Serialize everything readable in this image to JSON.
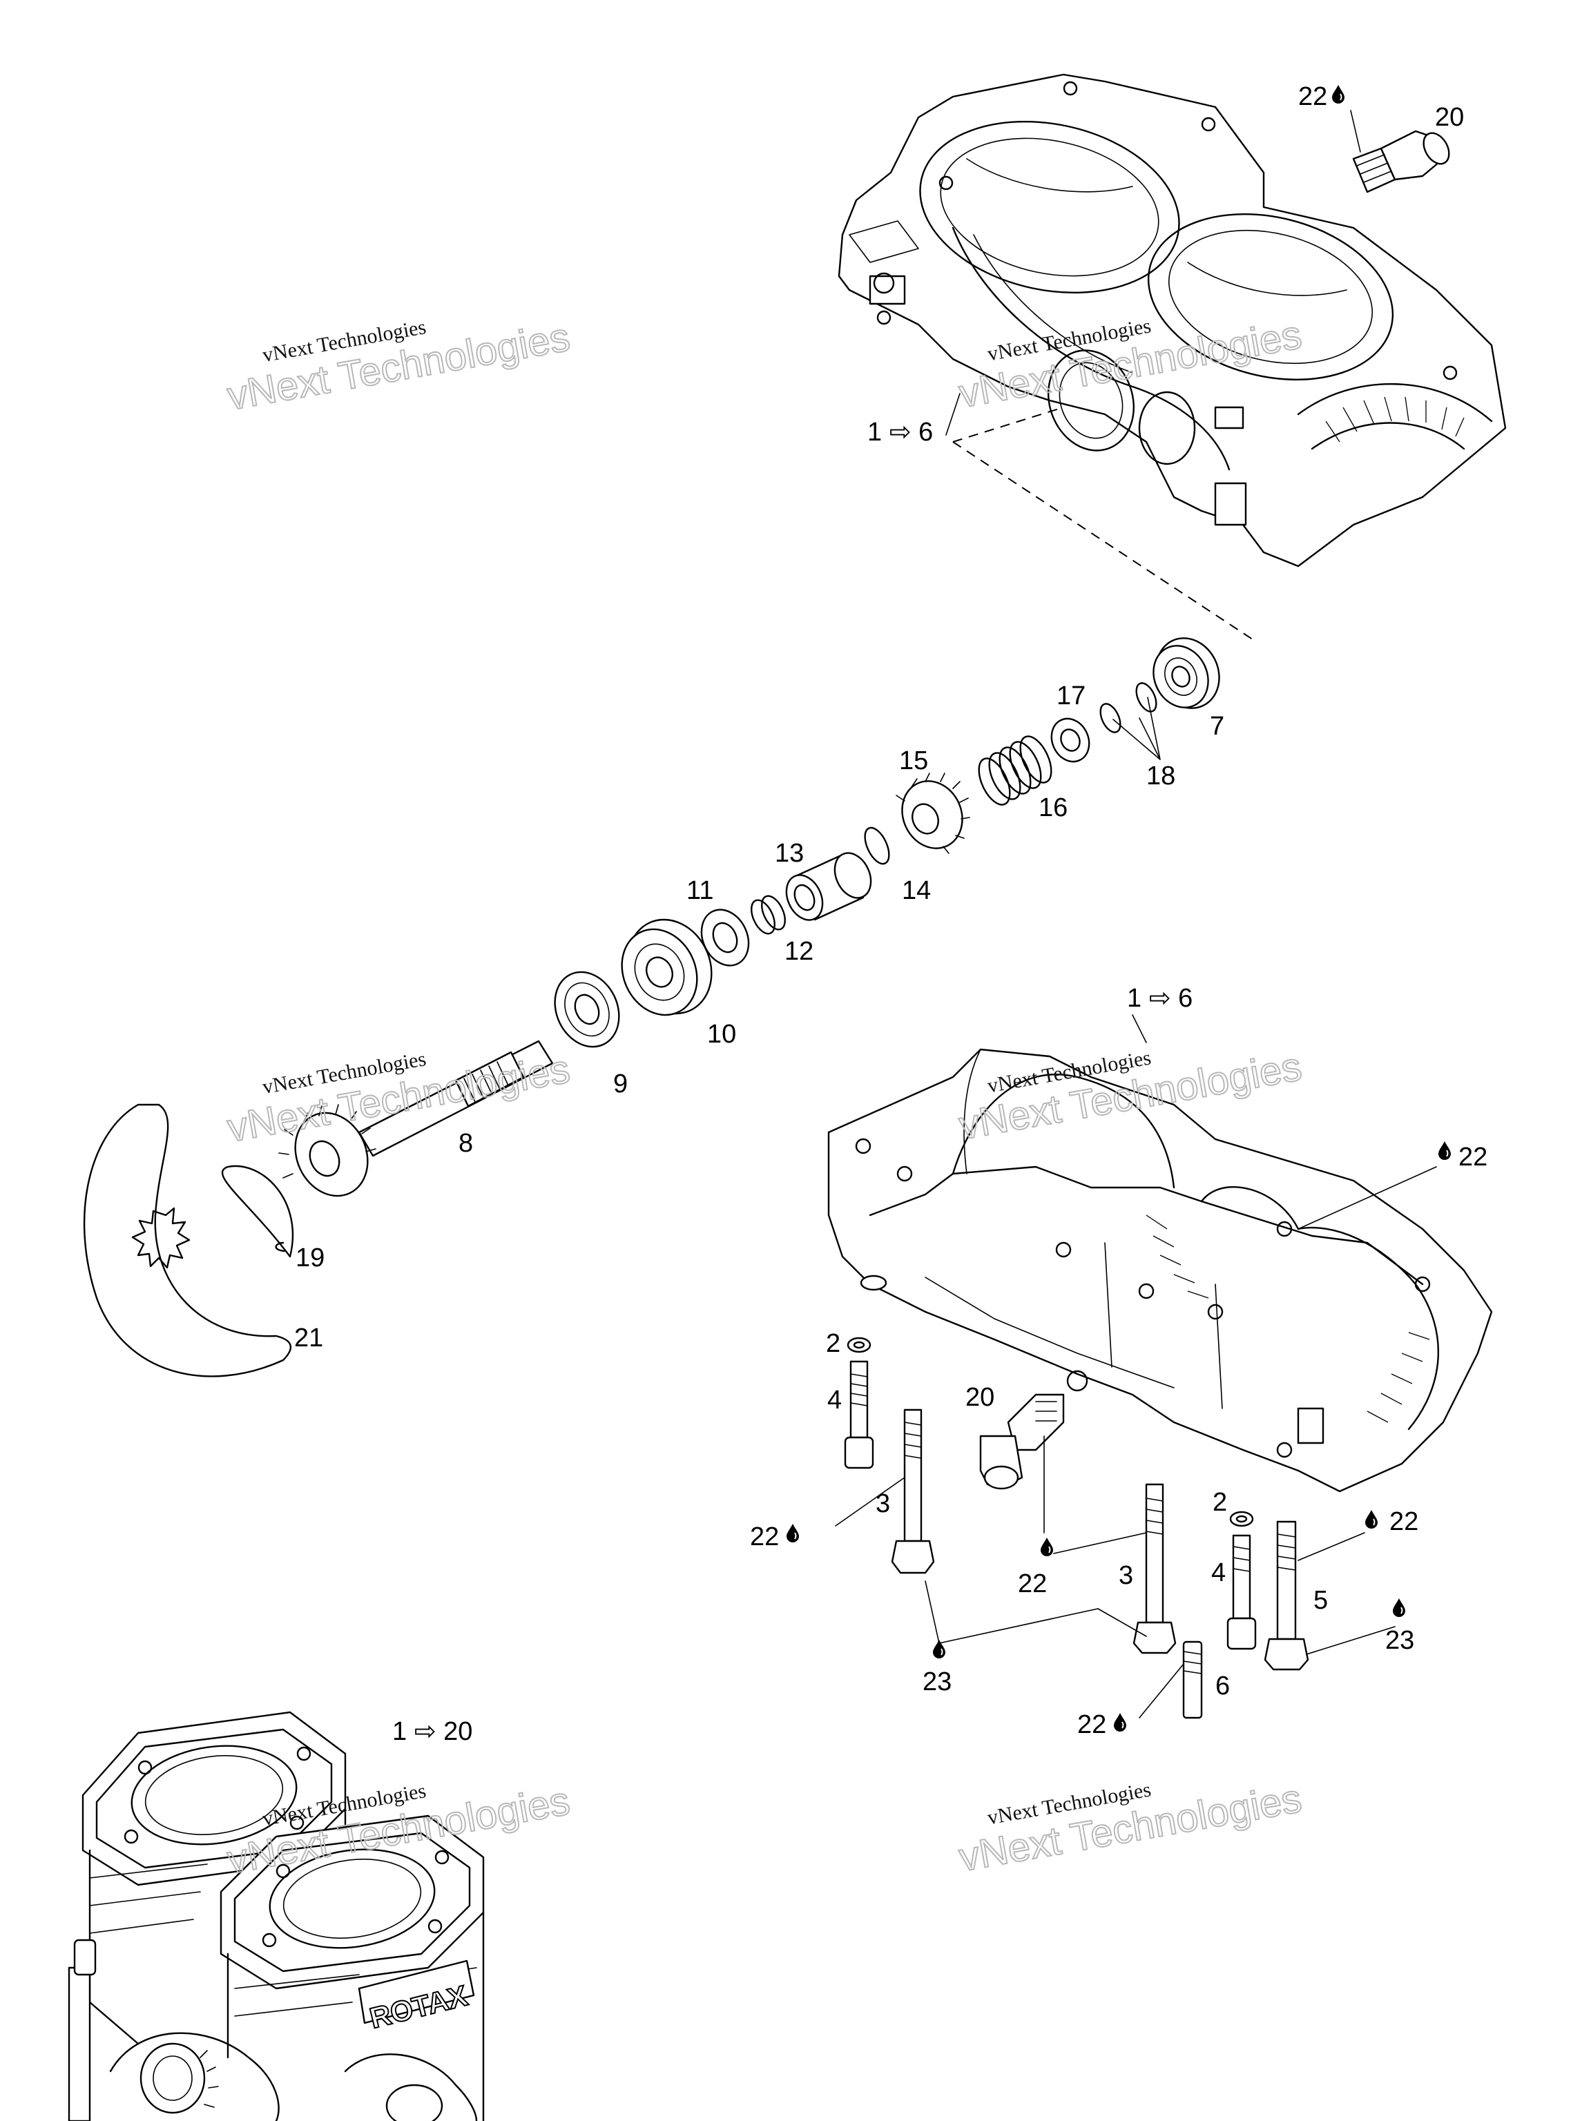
{
  "callouts": {
    "top_drop_22": "22",
    "top_20": "20",
    "top_range": "1 ⇨ 6",
    "c7": "7",
    "c17": "17",
    "c18": "18",
    "c15": "15",
    "c16": "16",
    "c13": "13",
    "c14": "14",
    "c11": "11",
    "c12": "12",
    "c10": "10",
    "c9": "9",
    "c8": "8",
    "c19": "19",
    "c21": "21",
    "mid_range": "1 ⇨ 6",
    "mid_drop_22_right": "22",
    "mid_2_left": "2",
    "mid_4_left": "4",
    "mid_20": "20",
    "mid_3_left": "3",
    "mid_22_left": "22",
    "mid_22_center": "22",
    "mid_3_center": "3",
    "mid_2_right": "2",
    "mid_4_right": "4",
    "mid_22_right_low": "22",
    "mid_5": "5",
    "mid_23_right": "23",
    "mid_23_left": "23",
    "mid_6": "6",
    "mid_22_bottom": "22",
    "engine_range": "1 ⇨ 20"
  },
  "engine_brand": "ROTAX",
  "watermarks": {
    "line_a": "vNext Technologies",
    "line_b": "vNext Technologies"
  },
  "icons": {
    "oil_drop": "oil-drop-icon",
    "range_arrow": "range-arrow-icon"
  },
  "colors": {
    "ink": "#000000",
    "paper": "#ffffff",
    "watermark": "#b8b8b8"
  }
}
